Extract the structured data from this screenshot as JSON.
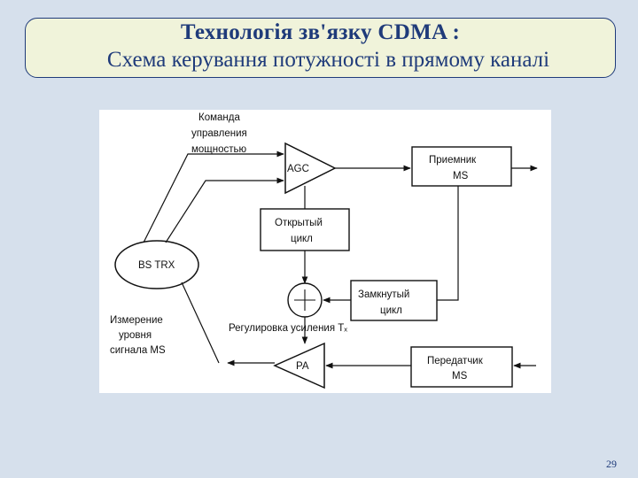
{
  "slide": {
    "title_line1": "Технологія зв'язку CDMA :",
    "title_line2": "Схема керування потужності в прямому каналі",
    "page_number": "29"
  },
  "diagram": {
    "labels": {
      "command_line1": "Команда",
      "command_line2": "управления",
      "command_line3": "мощностью",
      "agc": "AGC",
      "receiver_line1": "Приемник",
      "receiver_line2": "MS",
      "open_loop_line1": "Открытый",
      "open_loop_line2": "цикл",
      "bs_trx": "BS TRX",
      "closed_loop_line1": "Замкнутый",
      "closed_loop_line2": "цикл",
      "measure_line1": "Измерение",
      "measure_line2": "уровня",
      "measure_line3": "сигнала MS",
      "gain_control": "Регулировка усиления Tₓ",
      "pa": "PA",
      "transmitter_line1": "Передатчик",
      "transmitter_line2": "MS"
    }
  }
}
